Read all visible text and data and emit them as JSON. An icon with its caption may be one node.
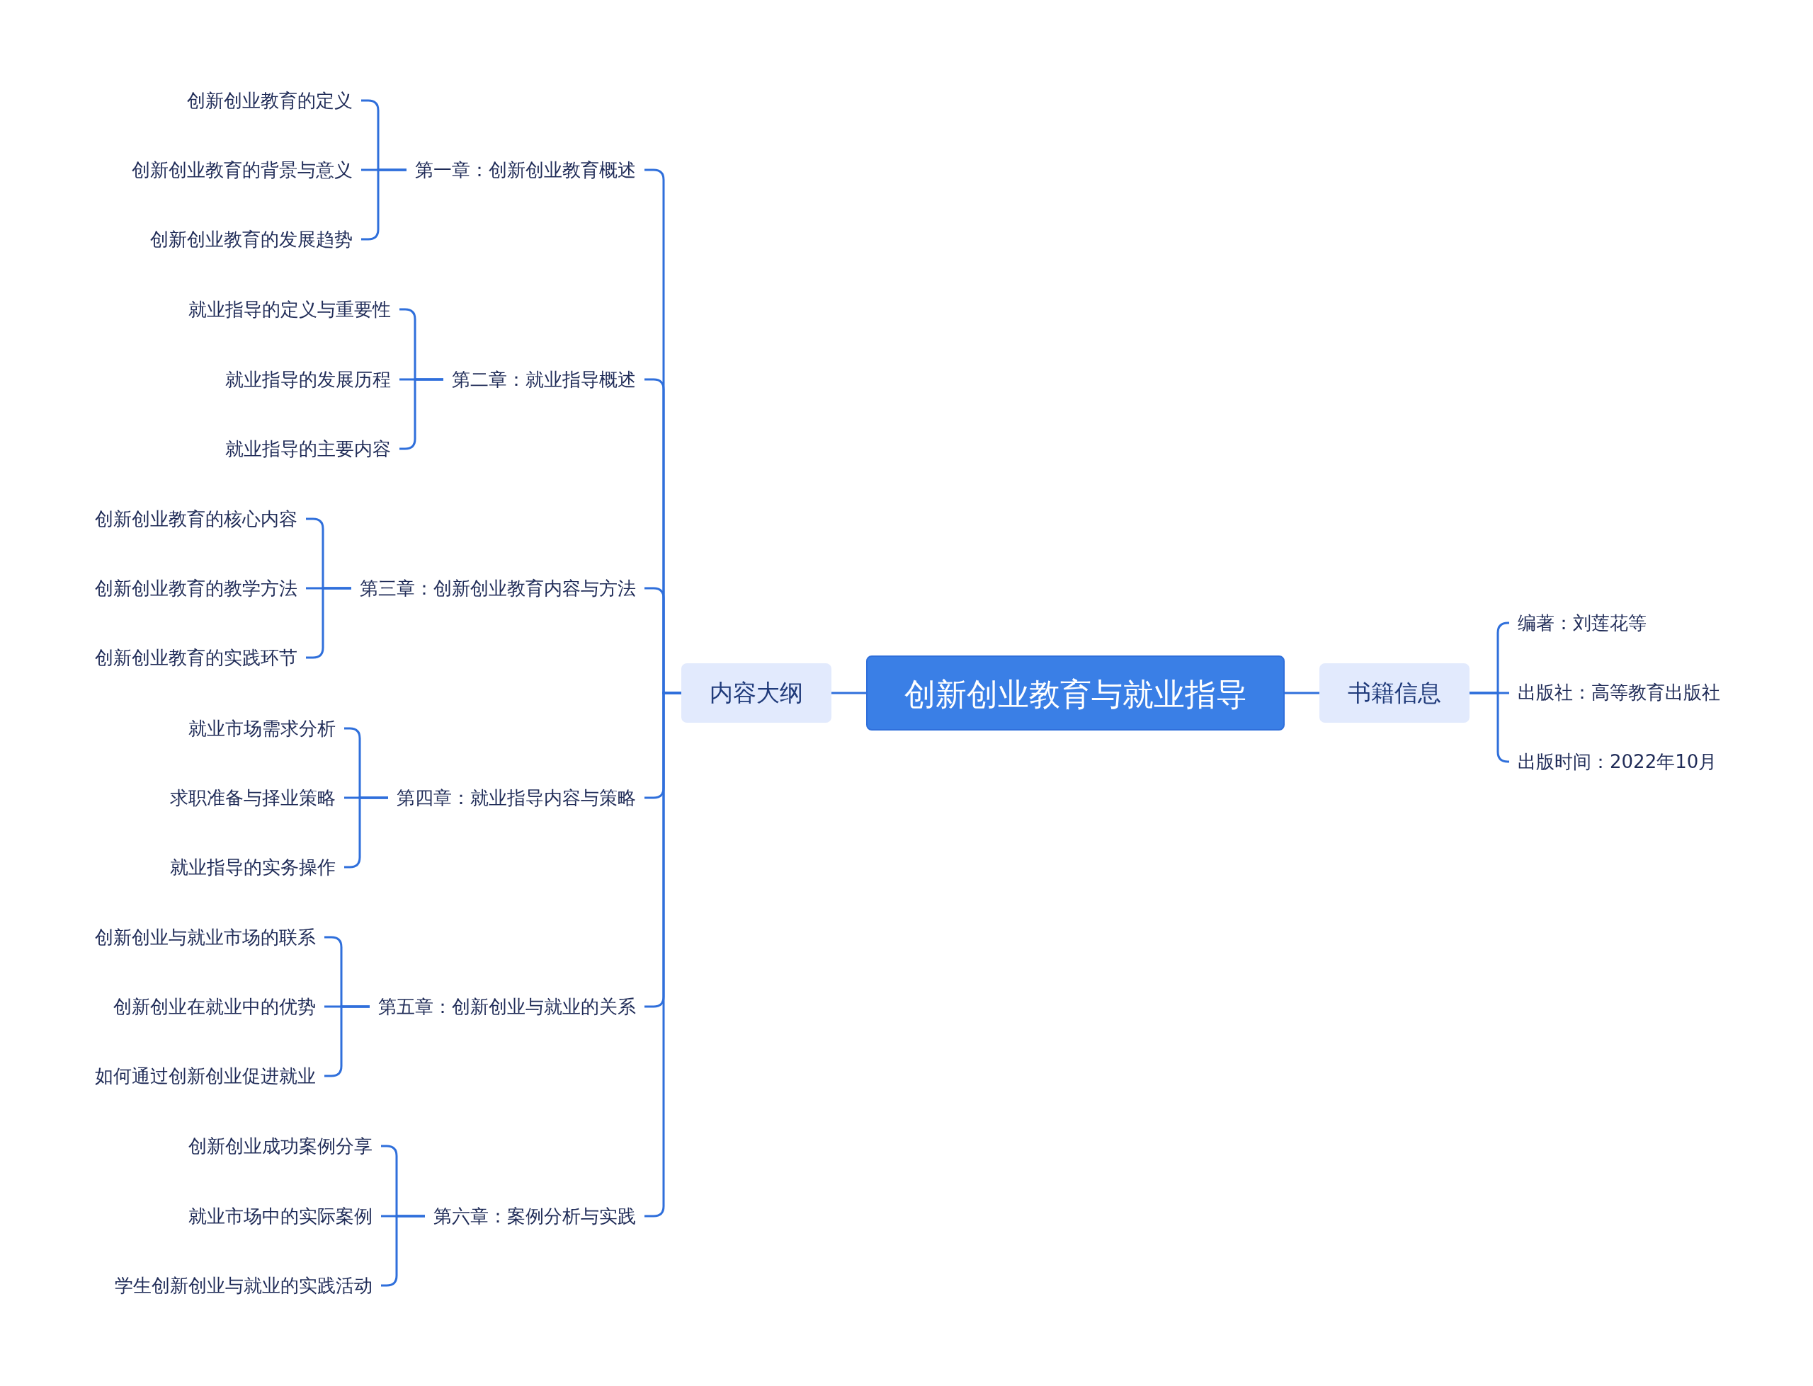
{
  "diagram": {
    "nodes": [
      {
        "text": [
          "创新创业教育与就业指导"
        ]
      },
      {
        "text": [
          "内容大纲"
        ]
      },
      {
        "text": [
          "第一章：创新创业教育概述"
        ]
      },
      {
        "text": [
          "创新创业教育的定义"
        ]
      },
      {
        "text": [
          "创新创业教育的背景与意义"
        ]
      },
      {
        "text": [
          "创新创业教育的发展趋势"
        ]
      },
      {
        "text": [
          "第二章：就业指导概述"
        ]
      },
      {
        "text": [
          "就业指导的定义与重要性"
        ]
      },
      {
        "text": [
          "就业指导的发展历程"
        ]
      },
      {
        "text": [
          "就业指导的主要内容"
        ]
      },
      {
        "text": [
          "第三章：创新创业教育内容与方法"
        ]
      },
      {
        "text": [
          "创新创业教育的核心内容"
        ]
      },
      {
        "text": [
          "创新创业教育的教学方法"
        ]
      },
      {
        "text": [
          "创新创业教育的实践环节"
        ]
      },
      {
        "text": [
          "第四章：就业指导内容与策略"
        ]
      },
      {
        "text": [
          "就业市场需求分析"
        ]
      },
      {
        "text": [
          "求职准备与择业策略"
        ]
      },
      {
        "text": [
          "就业指导的实务操作"
        ]
      },
      {
        "text": [
          "第五章：创新创业与就业的关系"
        ]
      },
      {
        "text": [
          "创新创业与就业市场的联系"
        ]
      },
      {
        "text": [
          "创新创业在就业中的优势"
        ]
      },
      {
        "text": [
          "如何通过创新创业促进就业"
        ]
      },
      {
        "text": [
          "第六章：案例分析与实践"
        ]
      },
      {
        "text": [
          "创新创业成功案例分享"
        ]
      },
      {
        "text": [
          "就业市场中的实际案例"
        ]
      },
      {
        "text": [
          "学生创新创业与就业的实践活动"
        ]
      },
      {
        "text": [
          "书籍信息"
        ]
      },
      {
        "text": [
          "编著：刘莲花等"
        ]
      },
      {
        "text": [
          "出版社：高等教育出版社"
        ]
      },
      {
        "text": [
          "出版时间：2022年10月"
        ]
      }
    ],
    "edges": [
      {
        "from": 0,
        "to": 1,
        "arrow": "none"
      },
      {
        "from": 1,
        "to": 2,
        "arrow": "none"
      },
      {
        "from": 2,
        "to": 3,
        "arrow": "none"
      },
      {
        "from": 2,
        "to": 4,
        "arrow": "none"
      },
      {
        "from": 2,
        "to": 5,
        "arrow": "none"
      },
      {
        "from": 1,
        "to": 6,
        "arrow": "none"
      },
      {
        "from": 6,
        "to": 7,
        "arrow": "none"
      },
      {
        "from": 6,
        "to": 8,
        "arrow": "none"
      },
      {
        "from": 6,
        "to": 9,
        "arrow": "none"
      },
      {
        "from": 1,
        "to": 10,
        "arrow": "none"
      },
      {
        "from": 10,
        "to": 11,
        "arrow": "none"
      },
      {
        "from": 10,
        "to": 12,
        "arrow": "none"
      },
      {
        "from": 10,
        "to": 13,
        "arrow": "none"
      },
      {
        "from": 1,
        "to": 14,
        "arrow": "none"
      },
      {
        "from": 14,
        "to": 15,
        "arrow": "none"
      },
      {
        "from": 14,
        "to": 16,
        "arrow": "none"
      },
      {
        "from": 14,
        "to": 17,
        "arrow": "none"
      },
      {
        "from": 1,
        "to": 18,
        "arrow": "none"
      },
      {
        "from": 18,
        "to": 19,
        "arrow": "none"
      },
      {
        "from": 18,
        "to": 20,
        "arrow": "none"
      },
      {
        "from": 18,
        "to": 21,
        "arrow": "none"
      },
      {
        "from": 1,
        "to": 22,
        "arrow": "none"
      },
      {
        "from": 22,
        "to": 23,
        "arrow": "none"
      },
      {
        "from": 22,
        "to": 24,
        "arrow": "none"
      },
      {
        "from": 22,
        "to": 25,
        "arrow": "none"
      },
      {
        "from": 0,
        "to": 26,
        "arrow": "none"
      },
      {
        "from": 26,
        "to": 27,
        "arrow": "none"
      },
      {
        "from": 26,
        "to": 28,
        "arrow": "none"
      },
      {
        "from": 26,
        "to": 29,
        "arrow": "none"
      }
    ]
  }
}
